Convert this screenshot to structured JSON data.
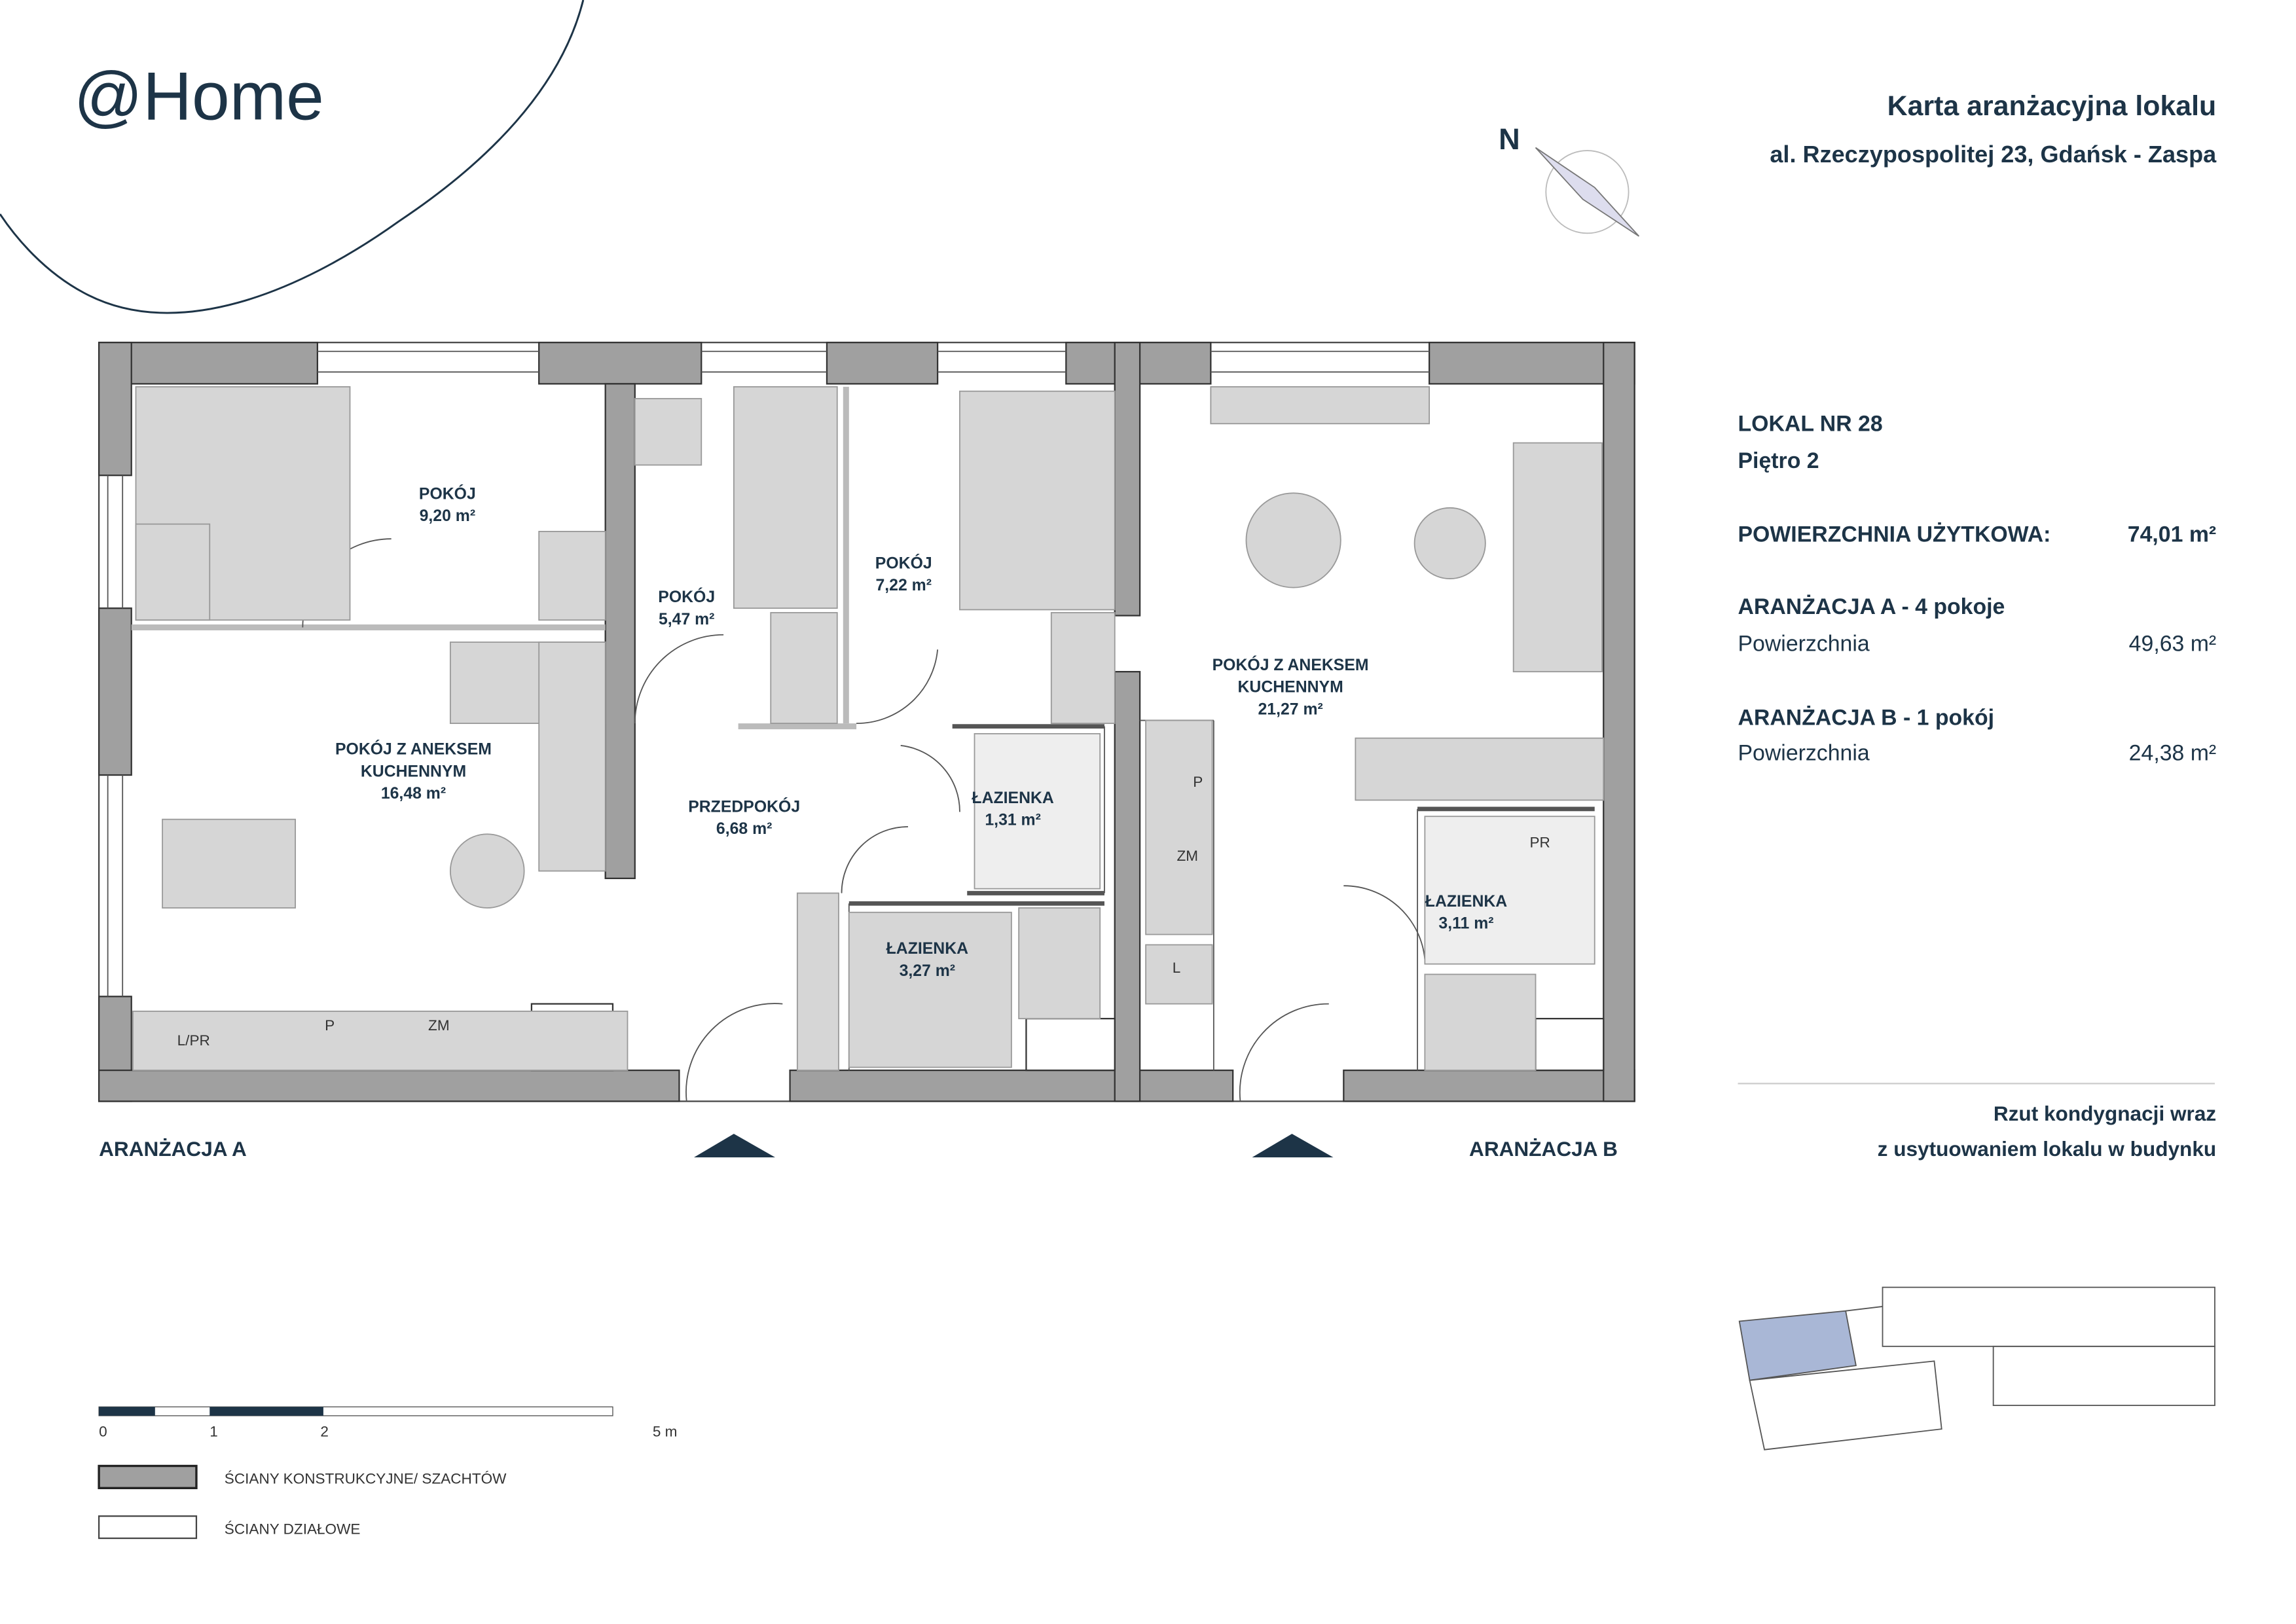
{
  "logo": "@Home",
  "header": {
    "title": "Karta aranżacyjna lokalu",
    "address": "al. Rzeczypospolitej 23, Gdańsk - Zaspa"
  },
  "compass": {
    "label": "N"
  },
  "info": {
    "lokal": "LOKAL NR 28",
    "floor": "Piętro 2",
    "total_label": "POWIERZCHNIA UŻYTKOWA:",
    "total_value": "74,01 m²",
    "a_title": "ARANŻACJA A - 4 pokoje",
    "a_label": "Powierzchnia",
    "a_value": "49,63 m²",
    "b_title": "ARANŻACJA B - 1 pokój",
    "b_label": "Powierzchnia",
    "b_value": "24,38 m²",
    "rzut_line1": "Rzut kondygnacji wraz",
    "rzut_line2": "z usytuowaniem lokalu w budynku"
  },
  "plan": {
    "arr_a": "ARANŻACJA A",
    "arr_b": "ARANŻACJA B",
    "rooms": [
      {
        "name": "POKÓJ",
        "area": "9,20 m²"
      },
      {
        "name": "POKÓJ",
        "area": "5,47 m²"
      },
      {
        "name": "POKÓJ",
        "area": "7,22 m²"
      },
      {
        "name": "POKÓJ Z ANEKSEM KUCHENNYM",
        "area": "16,48 m²"
      },
      {
        "name": "PRZEDPOKÓJ",
        "area": "6,68 m²"
      },
      {
        "name": "ŁAZIENKA",
        "area": "1,31 m²"
      },
      {
        "name": "ŁAZIENKA",
        "area": "3,27 m²"
      },
      {
        "name": "POKÓJ Z ANEKSEM KUCHENNYM",
        "area": "21,27 m²"
      },
      {
        "name": "ŁAZIENKA",
        "area": "3,11 m²"
      }
    ],
    "appliances": {
      "lpr": "L/PR",
      "p1": "P",
      "zm1": "ZM",
      "p2": "P",
      "zm2": "ZM",
      "l": "L",
      "pr": "PR"
    }
  },
  "scale": {
    "ticks": [
      "0",
      "1",
      "2",
      "5 m"
    ]
  },
  "legend": {
    "structural": "ŚCIANY KONSTRUKCYJNE/ SZACHTÓW",
    "partition": "ŚCIANY DZIAŁOWE"
  },
  "colors": {
    "navy": "#1d3447",
    "wall": "#a0a0a0",
    "highlight": "#a9b7d6"
  }
}
